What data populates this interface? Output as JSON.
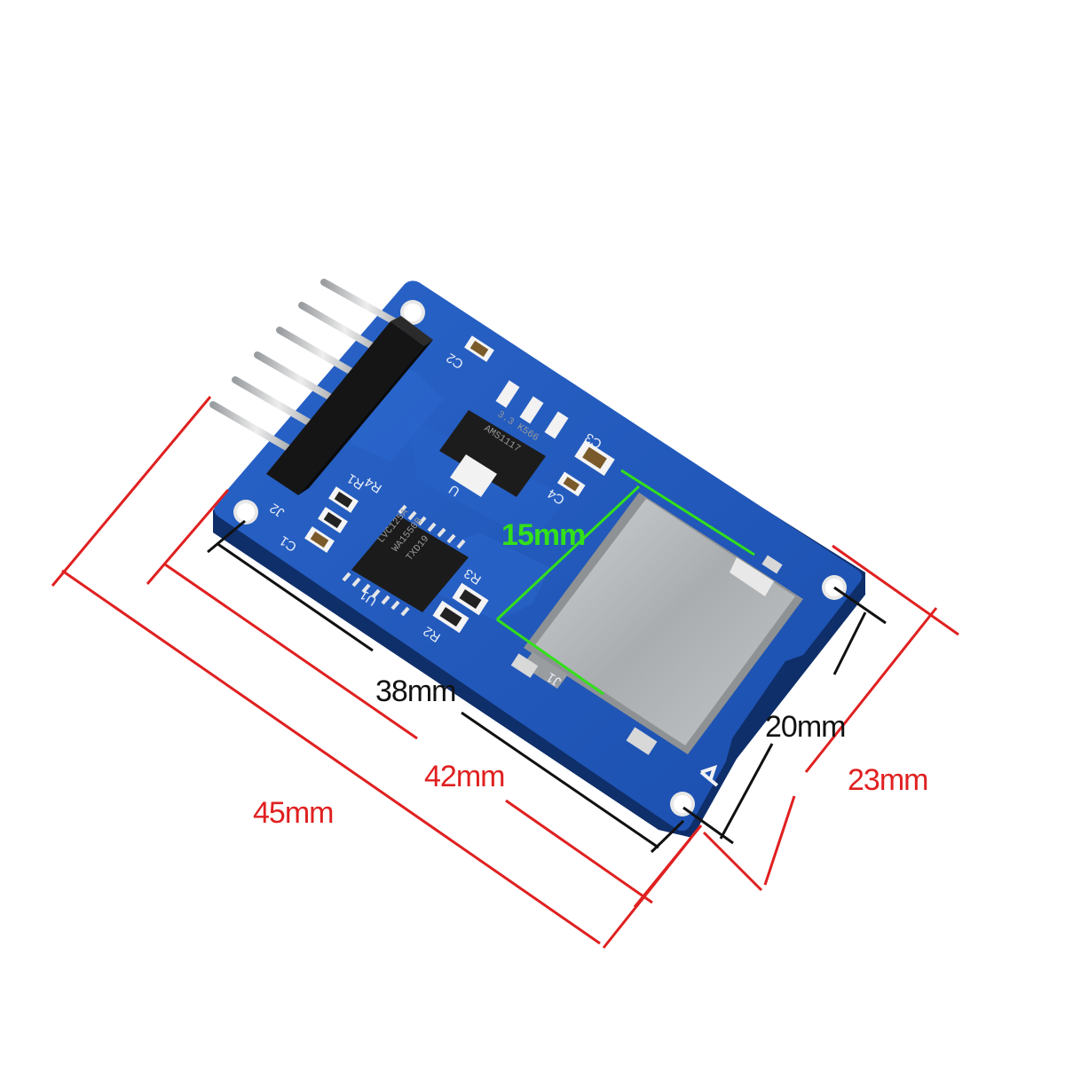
{
  "dimensions": {
    "length_outer": "45mm",
    "length_board": "42mm",
    "length_holes": "38mm",
    "width_outer": "23mm",
    "width_holes": "20mm",
    "slot_offset": "15mm"
  },
  "silkscreen": {
    "header": "J2",
    "regulator": "U",
    "level_shifter": "U1",
    "card_slot": "J1",
    "cap1": "C1",
    "cap2": "C2",
    "cap3": "C3",
    "cap4": "C4",
    "res1": "R1",
    "res2": "R2",
    "res3": "R3",
    "res4": "R4"
  },
  "chip_markings": {
    "regulator": "AMS1117",
    "regulator_sub": "3.3 K566",
    "level_shifter": "LVC125A",
    "level_shifter_sub": "WA1550B",
    "level_shifter_sub2": "TXD19"
  },
  "colors": {
    "pcb": "#1f55b8",
    "pcb_dark": "#173f8c",
    "pin": "#c7c9cc",
    "header": "#161616",
    "slot": "#b9bcbe",
    "red_dim": "#e02020",
    "black_dim": "#111111",
    "green_dim": "#33e01a"
  }
}
